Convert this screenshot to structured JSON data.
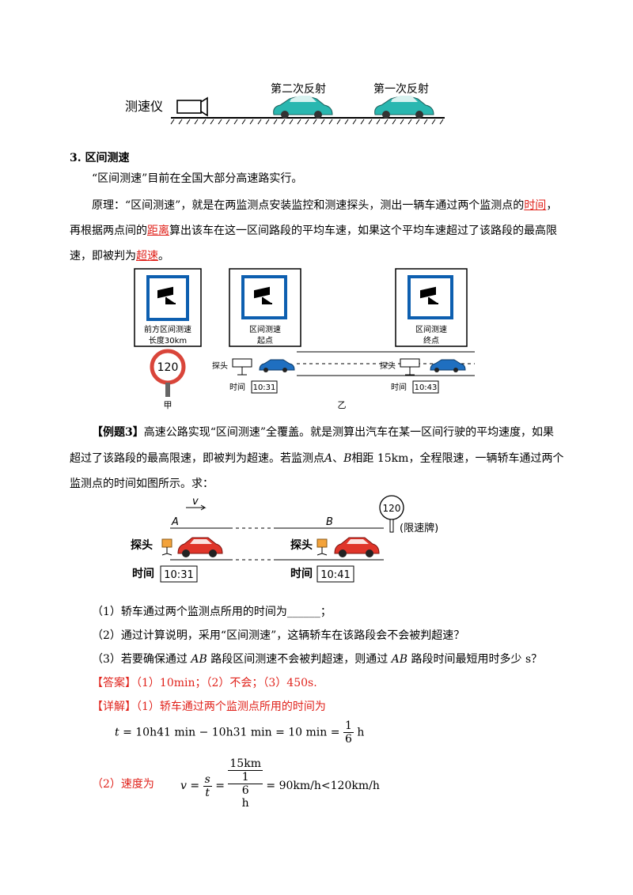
{
  "fig_top": {
    "device_label": "测速仪",
    "second_reflection": "第二次反射",
    "first_reflection": "第一次反射"
  },
  "section": {
    "title": "3. 区间测速",
    "intro": "“区间测速”目前在全国大部分高速路实行。",
    "principle_1": "原理：“区间测速”，就是在两监测点安装监控和测速探头，测出一辆车通过两个监测点的",
    "principle_time": "时间",
    "principle_2": "，",
    "principle_3": "再根据两点间的",
    "principle_distance": "距离",
    "principle_4": "算出该车在这一区间路段的平均车速，如果这个平均车速超过了该路段的最高限",
    "principle_5": "速，即被判为",
    "principle_speeding": "超速",
    "principle_6": "。"
  },
  "fig_signs": {
    "sign1_line1": "前方区间测速",
    "sign1_line2": "长度30km",
    "limit": "120",
    "label_jia": "甲",
    "sign2_line1": "区间测速",
    "sign2_line2": "起点",
    "sign3_line1": "区间测速",
    "sign3_line2": "终点",
    "probe": "探头",
    "time_label": "时间",
    "time1": "10:31",
    "time2": "10:43",
    "label_yi": "乙"
  },
  "example": {
    "label": "【例题3】",
    "text1": "高速公路实现“区间测速”全覆盖。就是测算出汽车在某一区间行驶的平均速度，如果",
    "text2": "超过了该路段的最高限速，即被判为超速。若监测点",
    "a": "A",
    "sep": "、",
    "b": "B",
    "text3": "相距 15km，全程限速，一辆轿车通过两个",
    "text4": "监测点的时间如图所示。求："
  },
  "fig_example": {
    "v": "v",
    "a": "A",
    "b": "B",
    "limit": "120",
    "sign_label": "(限速牌)",
    "probe": "探头",
    "time_label": "时间",
    "time1": "10:31",
    "time2": "10:41"
  },
  "questions": {
    "q1": "（1）轿车通过两个监测点所用的时间为______；",
    "q2": "（2）通过计算说明，采用“区间测速”，这辆轿车在该路段会不会被判超速？",
    "q3a": "（3）若要确保通过 ",
    "q3ab": "AB",
    "q3b": " 路段区间测速不会被判超速，则通过 ",
    "q3c": " 路段时间最短用时多少 s？"
  },
  "answer": {
    "label": "【答案】",
    "text": "（1）10min；（2）不会；（3）450s."
  },
  "detail": {
    "label": "【详解】",
    "text1": "（1）轿车通过两个监测点所用的时间为",
    "f1_t": "t",
    "f1_expr": " = 10h41 min − 10h31 min = 10 min = ",
    "f1_num": "1",
    "f1_den": "6",
    "f1_unit": "h",
    "text2": "（2）速度为",
    "f2_v": "v",
    "f2_s": "s",
    "f2_t": "t",
    "f2_num": "15km",
    "f2_den_num": "1",
    "f2_den_den": "6",
    "f2_den_unit": "h",
    "f2_result": "= 90km/h<120km/h"
  }
}
